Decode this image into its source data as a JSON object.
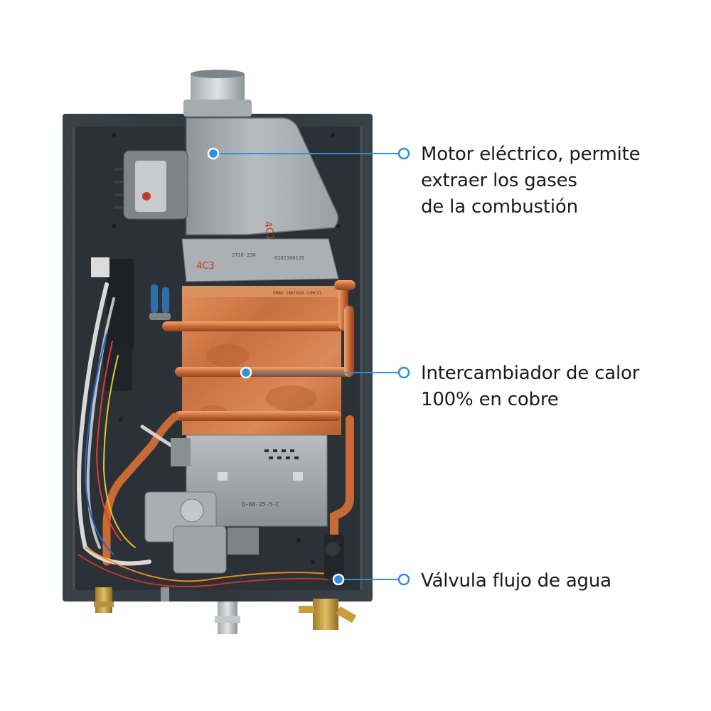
{
  "image": {
    "subject": "gas-water-heater-interior",
    "accent_color": "#2f8fe0",
    "callout_color": "#2f8fe0"
  },
  "callouts": [
    {
      "id": "motor",
      "lines": [
        "Motor eléctrico, permite",
        "extraer los gases",
        "de la combustión"
      ]
    },
    {
      "id": "exchanger",
      "lines": [
        "Intercambiador de calor",
        "100% en cobre"
      ]
    },
    {
      "id": "valve",
      "lines": [
        "Válvula flujo de agua"
      ]
    }
  ],
  "fan_housing_markings": {
    "logo_a": "4C1",
    "logo_b": "4C3",
    "serial_a": "ST16-230",
    "serial_b": "0202300126",
    "exchanger_code": "SRBS-166(824-13HC2)",
    "burner_code": "Q-60-25-5-C"
  }
}
